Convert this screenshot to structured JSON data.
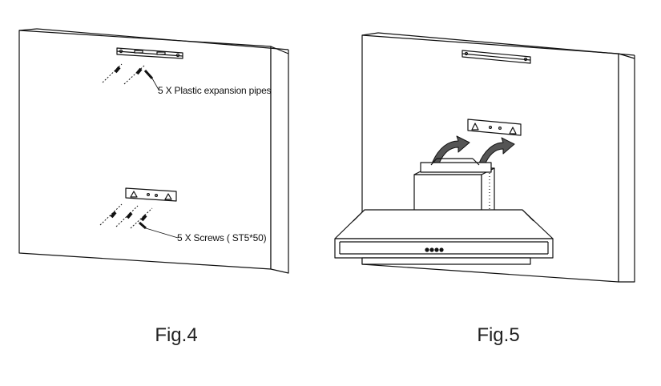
{
  "figure4": {
    "caption": "Fig.4",
    "callout_pipes": "5 X Plastic expansion pipes",
    "callout_screws": "5 X Screws ( ST5*50)"
  },
  "figure5": {
    "caption": "Fig.5"
  }
}
